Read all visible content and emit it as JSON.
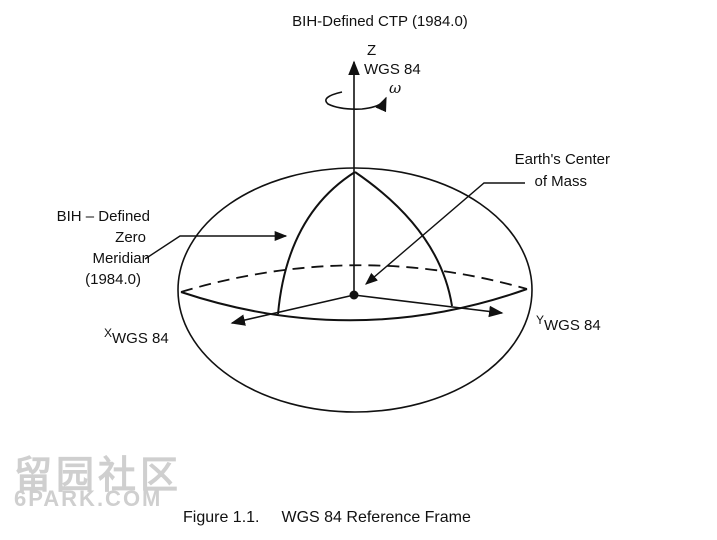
{
  "diagram": {
    "top_label": "BIH-Defined CTP (1984.0)",
    "z_axis": {
      "letter": "Z",
      "name": "WGS 84",
      "rotation": "ω"
    },
    "x_axis": {
      "letter": "X",
      "name": "WGS 84"
    },
    "y_axis": {
      "letter": "Y",
      "name": "WGS 84"
    },
    "center_mass": {
      "line1": "Earth's Center",
      "line2": "of Mass"
    },
    "zero_meridian": {
      "line1": "BIH – Defined",
      "line2": "Zero",
      "line3": "Meridian",
      "line4": "(1984.0)"
    },
    "colors": {
      "ink": "#111111",
      "watermark": "#cfcfcf"
    }
  },
  "watermark": {
    "cjk": "留园社区",
    "site": "6PARK.COM"
  },
  "caption": {
    "number": "Figure 1.1.",
    "title": "WGS 84 Reference Frame"
  }
}
